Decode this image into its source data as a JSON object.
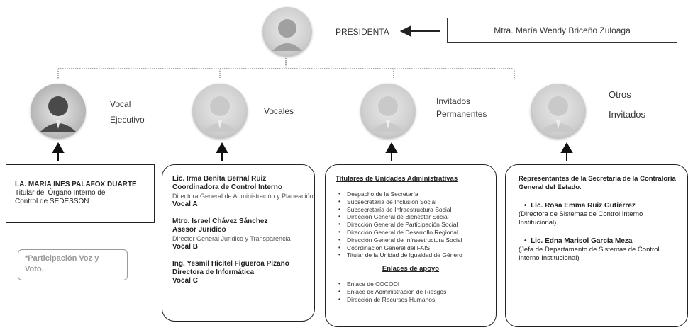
{
  "top": {
    "role": "PRESIDENTA",
    "name": "Mtra. María Wendy Briceño Zuloaga"
  },
  "roles": {
    "vocal_ejecutivo": [
      "Vocal",
      "Ejecutivo"
    ],
    "vocales": "Vocales",
    "invitados_permanentes": [
      "Invitados",
      "Permanentes"
    ],
    "otros_invitados": [
      "Otros",
      "Invitados"
    ]
  },
  "card1": {
    "name": "LA. MARIA INES PALAFOX DUARTE",
    "line1": "Titular del Órgano Interno de",
    "line2": "Control de SEDESSON"
  },
  "card2": {
    "p1_name": "Lic. Irma Benita Bernal Ruiz",
    "p1_role": "Coordinadora de Control Interno",
    "p1_detail": "Directora General de Administración y Planeación",
    "p1_vocal": "Vocal A",
    "p2_name": "Mtro. Israel Chávez Sánchez",
    "p2_role": "Asesor Jurídico",
    "p2_detail": "Director General Jurídico y Transparencia",
    "p2_vocal": "Vocal B",
    "p3_name": "Ing. Yesmil Hicitel Figueroa Pizano",
    "p3_role": "Directora de Informática",
    "p3_vocal": "Vocal C"
  },
  "card3": {
    "heading": "Titulares de Unidades Administrativas",
    "items": [
      "Despacho de la Secretaría",
      "Subsecretaría de Inclusión Social",
      "Subsecretaría de Infraestructura Social",
      "Dirección General de Bienestar Social",
      "Dirección General de Participación Social",
      "Dirección General de Desarrollo Regional",
      "Dirección General de Infraestructura Social",
      "Coordinación General del FAIS",
      "Titular de la Unidad de Igualdad de Género"
    ],
    "heading2": "Enlaces de apoyo",
    "items2": [
      "Enlace de COCODI",
      "Enlace de Administración de Riesgos",
      "Dirección de Recursos Humanos"
    ]
  },
  "card4": {
    "heading1": "Representantes de la Secretaría de la Contraloría",
    "heading2": "General del Estado.",
    "p1_name": "Lic. Rosa Emma Ruiz Gutiérrez",
    "p1_role": "(Directora de Sistemas de Control Interno",
    "p1_role2": "Institucional)",
    "p2_name": "Lic. Edna Marisol García Meza",
    "p2_role": "(Jefa de Departamento de Sistemas de Control",
    "p2_role2": "Interno Institucional)"
  },
  "note": {
    "line1": "*Participación Voz y",
    "line2": "Voto."
  },
  "colors": {
    "avatar_dark": "#4a4a4a",
    "avatar_light": "#c9c9c9",
    "note_text": "#9a9a9a"
  }
}
